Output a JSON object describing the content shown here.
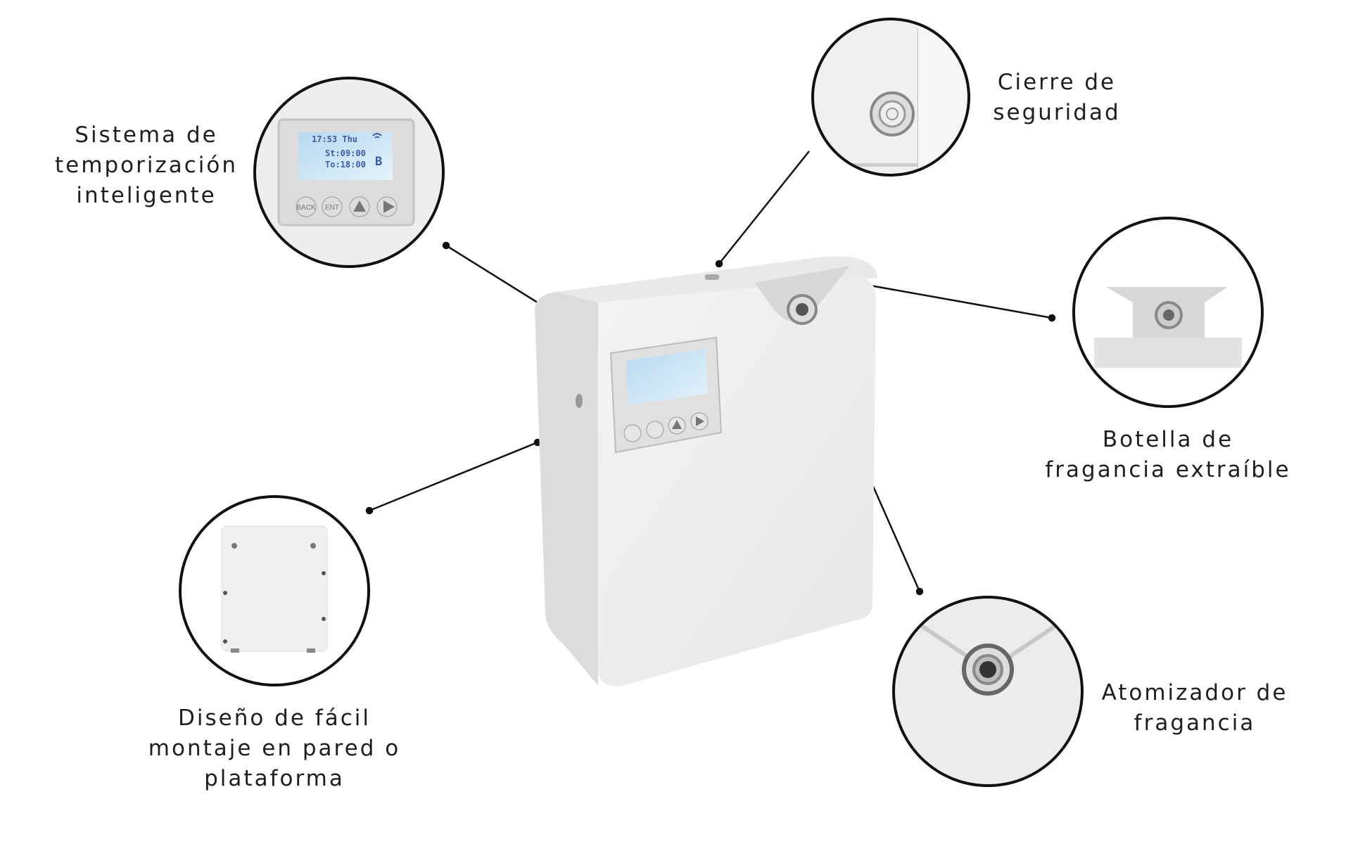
{
  "features": {
    "timer": {
      "lines": [
        "Sistema de",
        "temporización",
        "inteligente"
      ]
    },
    "lock": {
      "lines": [
        "Cierre de",
        "seguridad"
      ]
    },
    "bottle": {
      "lines": [
        "Botella de",
        "fragancia extraíble"
      ]
    },
    "mount": {
      "lines": [
        "Diseño de fácil",
        "montaje en pared o",
        "plataforma"
      ]
    },
    "atomizer": {
      "lines": [
        "Atomizador de",
        "fragancia"
      ]
    }
  },
  "display": {
    "time": "17:53 Thu",
    "start": "St:09:00",
    "end": "To:18:00",
    "mode": "B",
    "buttons": [
      "BACK",
      "ENT"
    ]
  }
}
